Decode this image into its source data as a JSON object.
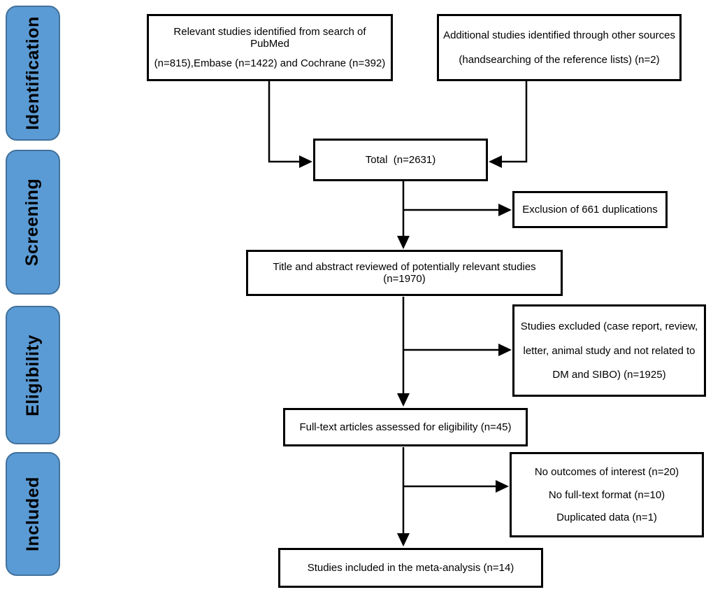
{
  "colors": {
    "stage_fill": "#5b9bd5",
    "stage_border": "#41719c",
    "box_border": "#000000",
    "arrow": "#000000",
    "background": "#ffffff"
  },
  "sidebar": {
    "stages": [
      {
        "label": "Identification"
      },
      {
        "label": "Screening"
      },
      {
        "label": "Eligibility"
      },
      {
        "label": "Included"
      }
    ]
  },
  "flow": {
    "source": {
      "lines": [
        "Relevant studies identified from search of PubMed",
        "(n=815),Embase (n=1422) and Cochrane (n=392)"
      ]
    },
    "other_sources": {
      "lines": [
        "Additional studies identified through other sources",
        "(handsearching of the reference lists) (n=2)"
      ]
    },
    "total": {
      "text": "Total  (n=2631)"
    },
    "duplicates": {
      "text": "Exclusion of 661 duplications"
    },
    "screened": {
      "text": "Title and abstract reviewed of potentially relevant studies (n=1970)"
    },
    "excluded": {
      "lines": [
        "Studies excluded (case report, review,",
        "letter, animal study and not related to",
        "DM and SIBO) (n=1925)"
      ]
    },
    "fulltext": {
      "text": "Full-text articles assessed for eligibility (n=45)"
    },
    "reasons": {
      "lines": [
        "No outcomes of interest (n=20)",
        "No full-text format (n=10)",
        "Duplicated data (n=1)"
      ]
    },
    "included": {
      "text": "Studies included in the meta-analysis (n=14)"
    }
  }
}
